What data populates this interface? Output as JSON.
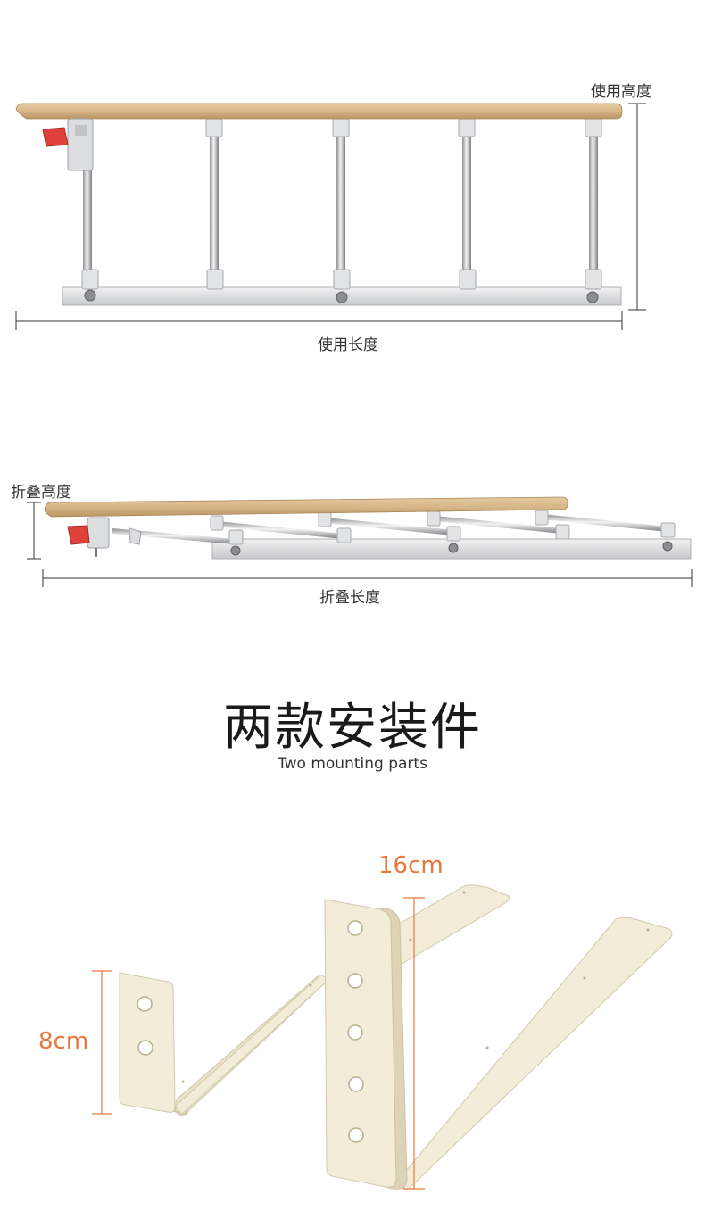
{
  "labels": {
    "use_height": "使用高度",
    "use_length": "使用长度",
    "fold_height": "折叠高度",
    "fold_length": "折叠长度"
  },
  "section": {
    "title": "两款安装件",
    "subtitle": "Two mounting parts"
  },
  "brackets": {
    "long_dim": "16cm",
    "short_dim": "8cm"
  },
  "colors": {
    "wood": "#d9b98a",
    "wood_dark": "#b89563",
    "steel": "#c9cacc",
    "bracket": "#f1ead6",
    "bracket_edge": "#d9cfb4",
    "handle": "#e0403a",
    "dim_orange": "#e8773a",
    "dim_line": "#333333"
  }
}
